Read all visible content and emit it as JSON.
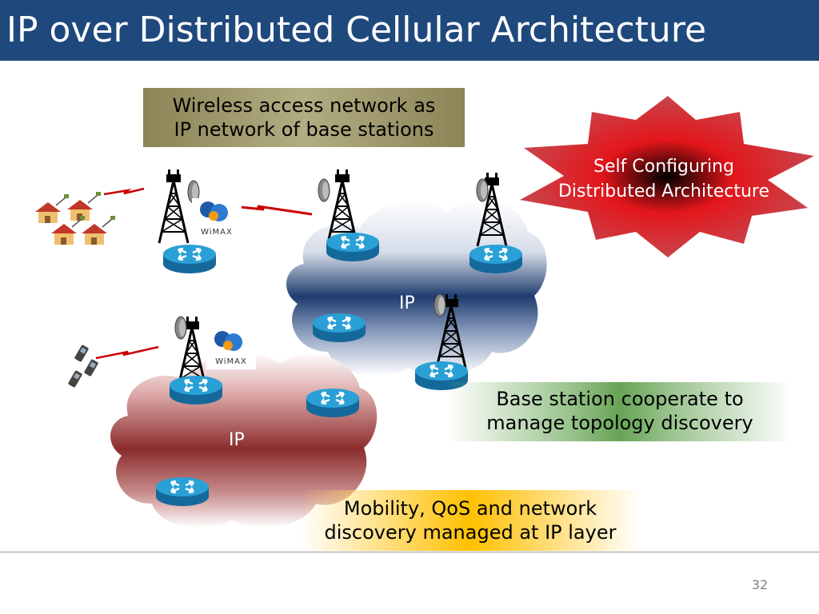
{
  "title": "IP over Distributed Cellular Architecture",
  "callouts": {
    "wireless_line1": "Wireless access network as",
    "wireless_line2": "IP network of base stations",
    "star_line1": "Self Configuring",
    "star_line2": "Distributed Architecture",
    "base_line1": "Base station cooperate to",
    "base_line2": "manage topology discovery",
    "mobility_line1": "Mobility, QoS and network",
    "mobility_line2": "discovery managed at IP layer"
  },
  "clouds": {
    "blue_label": "IP",
    "red_label": "IP"
  },
  "logos": {
    "wimax_text": "WiMAX"
  },
  "page_number": "32",
  "colors": {
    "title_bar": "#1f497d",
    "router": "#1f8bbf",
    "blue_cloud": "#1f3c6e",
    "red_cloud": "#8b2c2c",
    "star_outer": "#d9252a",
    "star_center": "#000000",
    "link": "#cc0000"
  },
  "icons": [
    "cell-tower-icon",
    "router-icon",
    "house-icon",
    "mobile-phone-icon",
    "wimax-logo"
  ]
}
